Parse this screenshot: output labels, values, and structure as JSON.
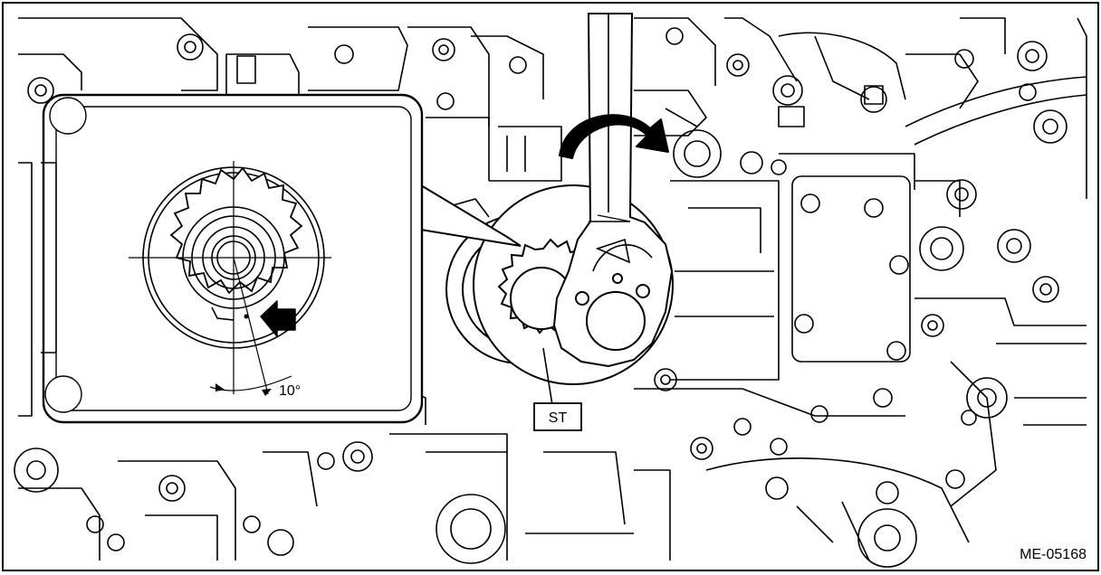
{
  "figure_code": "ME-05168",
  "labels": {
    "special_tool": "ST",
    "angle": "10°"
  },
  "icons": {
    "rotation_arrow": "clockwise-rotation-arrow-icon",
    "pointer_arrow": "alignment-mark-arrow-icon"
  },
  "colors": {
    "line": "#000000",
    "background": "#ffffff"
  }
}
